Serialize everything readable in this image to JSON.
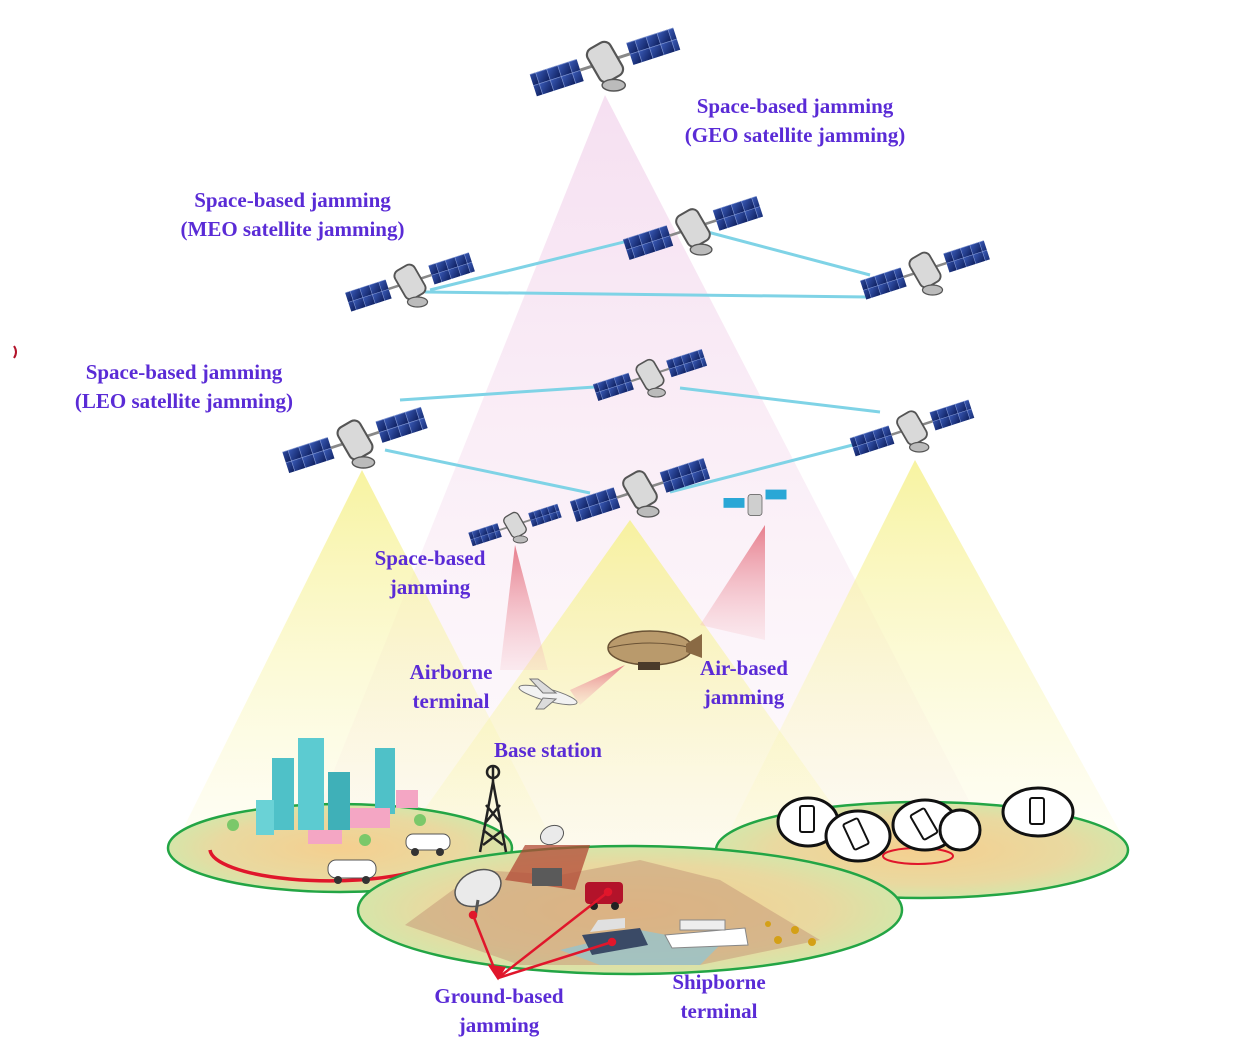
{
  "labels": {
    "geo": [
      "Space-based jamming",
      "(GEO satellite jamming)"
    ],
    "meo": [
      "Space-based jamming",
      "(MEO satellite jamming)"
    ],
    "leo": [
      "Space-based jamming",
      "(LEO satellite jamming)"
    ],
    "space_small": [
      "Space-based",
      "jamming"
    ],
    "airborne": [
      "Airborne",
      "terminal"
    ],
    "air_based": [
      "Air-based",
      "jamming"
    ],
    "base_station": "Base station",
    "ground_based": [
      "Ground-based",
      "jamming"
    ],
    "shipborne": [
      "Shipborne",
      "terminal"
    ]
  },
  "colors": {
    "label": "#5a2bd6",
    "link": "#7fd3e6",
    "jamming_link": "#e0162b",
    "beam_yellow": "#f6f3a0",
    "beam_pink": "#f2c9d6",
    "ground_green": "#cfeeb6",
    "ground_border": "#23a545"
  },
  "icons": {
    "satellite": "satellite-icon",
    "airship": "airship-icon",
    "aircraft": "aircraft-icon",
    "tower": "base-station-tower-icon",
    "dish": "radar-dish-icon",
    "phone": "smartphone-icon",
    "ship": "ship-icon",
    "car": "car-icon",
    "building": "building-icon"
  }
}
